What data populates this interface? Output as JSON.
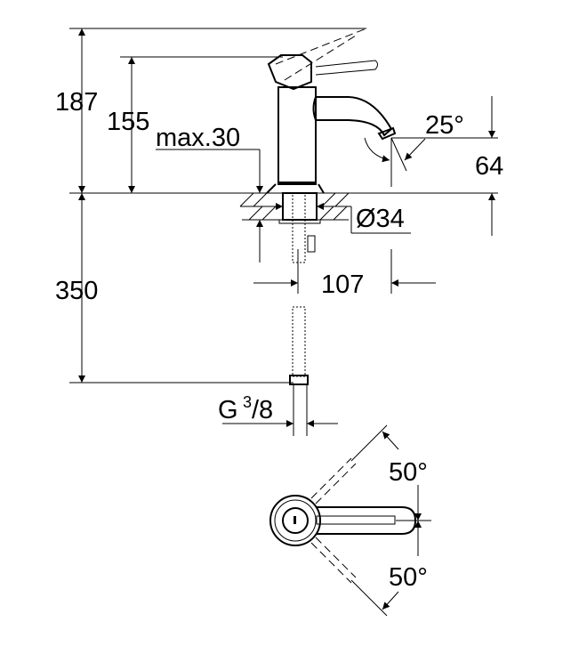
{
  "dimensions": {
    "total_height": "187",
    "lever_height": "155",
    "max_thickness": "max.30",
    "spout_angle": "25°",
    "spout_height": "64",
    "hole_diameter": "Ø34",
    "hose_length": "350",
    "projection": "107",
    "thread_prefix": "G",
    "thread_num": "3",
    "thread_den": "/8",
    "handle_angle_top": "50°",
    "handle_angle_bottom": "50°"
  }
}
